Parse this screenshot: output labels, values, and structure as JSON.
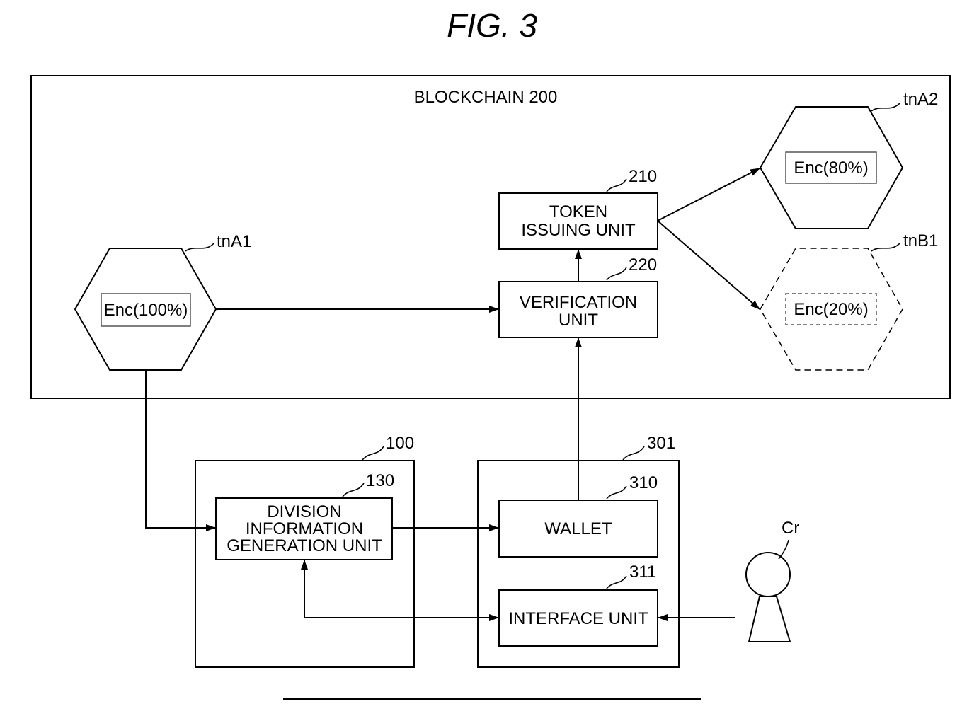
{
  "figure_title": "FIG. 3",
  "blockchain": {
    "label": "BLOCKCHAIN 200"
  },
  "token_issuing_unit": {
    "ref": "210",
    "line1": "TOKEN",
    "line2": "ISSUING UNIT"
  },
  "verification_unit": {
    "ref": "220",
    "line1": "VERIFICATION",
    "line2": "UNIT"
  },
  "token_a1": {
    "ref": "tnA1",
    "content": "Enc(100%)"
  },
  "token_a2": {
    "ref": "tnA2",
    "content": "Enc(80%)"
  },
  "token_b1": {
    "ref": "tnB1",
    "content": "Enc(20%)"
  },
  "device_100": {
    "ref": "100"
  },
  "division_unit": {
    "ref": "130",
    "line1": "DIVISION",
    "line2": "INFORMATION",
    "line3": "GENERATION UNIT"
  },
  "device_301": {
    "ref": "301"
  },
  "wallet": {
    "ref": "310",
    "label": "WALLET"
  },
  "interface_unit": {
    "ref": "311",
    "label": "INTERFACE UNIT"
  },
  "creator": {
    "ref": "Cr"
  }
}
